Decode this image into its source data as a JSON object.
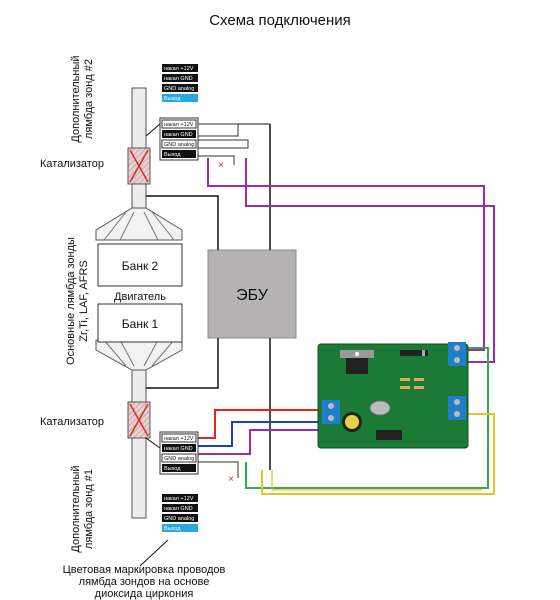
{
  "title": "Схема подключения",
  "probe2_label": [
    "Дополнительный",
    "лямбда зонд #2"
  ],
  "probe1_label": [
    "Дополнительный",
    "лямбда зонд #1"
  ],
  "main_probes_label": [
    "Основные лямбда зонды",
    "Zr,Ti, LAF, AFRS"
  ],
  "catalyst_label": "Катализатор",
  "bank2": "Банк 2",
  "bank1": "Банк 1",
  "engine": "Двигатель",
  "ecu": "ЭБУ",
  "wire_legend": [
    "накал +12V",
    "накал GND",
    "GND analog",
    "Выход"
  ],
  "caption": [
    "Цветовая маркировка проводов",
    "лямбда зондов на основе",
    "диоксида циркония"
  ],
  "colors": {
    "red": "#e0281e",
    "blue": "#1e3fc8",
    "purple": "#9a2ab0",
    "green": "#2fae4a",
    "yellow": "#e8c22a",
    "pcb": "#1a7a36",
    "cyan": "#29a8e0",
    "ecu_fill": "#b5b3b3"
  }
}
